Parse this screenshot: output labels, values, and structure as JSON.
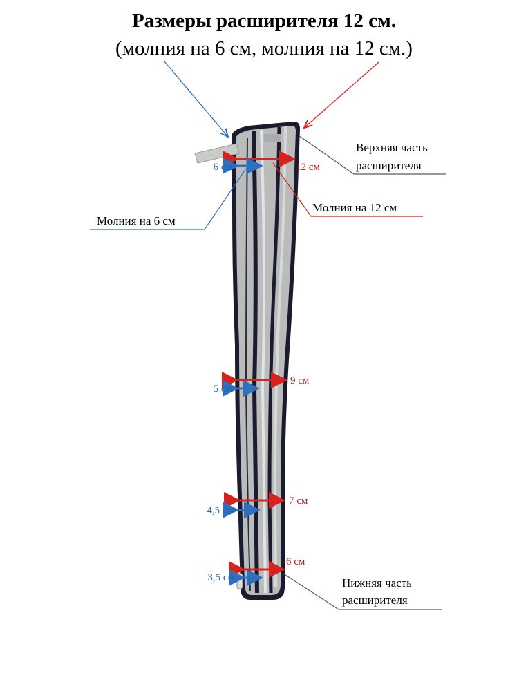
{
  "title": "Размеры расширителя 12 см.",
  "subtitle": "(молния на 6 см, молния на 12 см.)",
  "labels": {
    "top_part_1": "Верхняя часть",
    "top_part_2": "расширителя",
    "zipper_12": "Молния на 12 см",
    "zipper_6": "Молния на 6 см",
    "bottom_part_1": "Нижняя часть",
    "bottom_part_2": "расширителя"
  },
  "measurements": [
    {
      "outer": "12 см",
      "inner": "6 см"
    },
    {
      "outer": "9 см",
      "inner": "5 см"
    },
    {
      "outer": "7 см",
      "inner": "4,5 см"
    },
    {
      "outer": "6 см",
      "inner": "3,5 см"
    }
  ],
  "colors": {
    "outer": "#d8221e",
    "inner": "#2e6fc0",
    "outer_text": "#b8231f",
    "inner_text": "#2a63a8",
    "strap": "#b9bcbb",
    "edge": "#1a1b2e"
  }
}
